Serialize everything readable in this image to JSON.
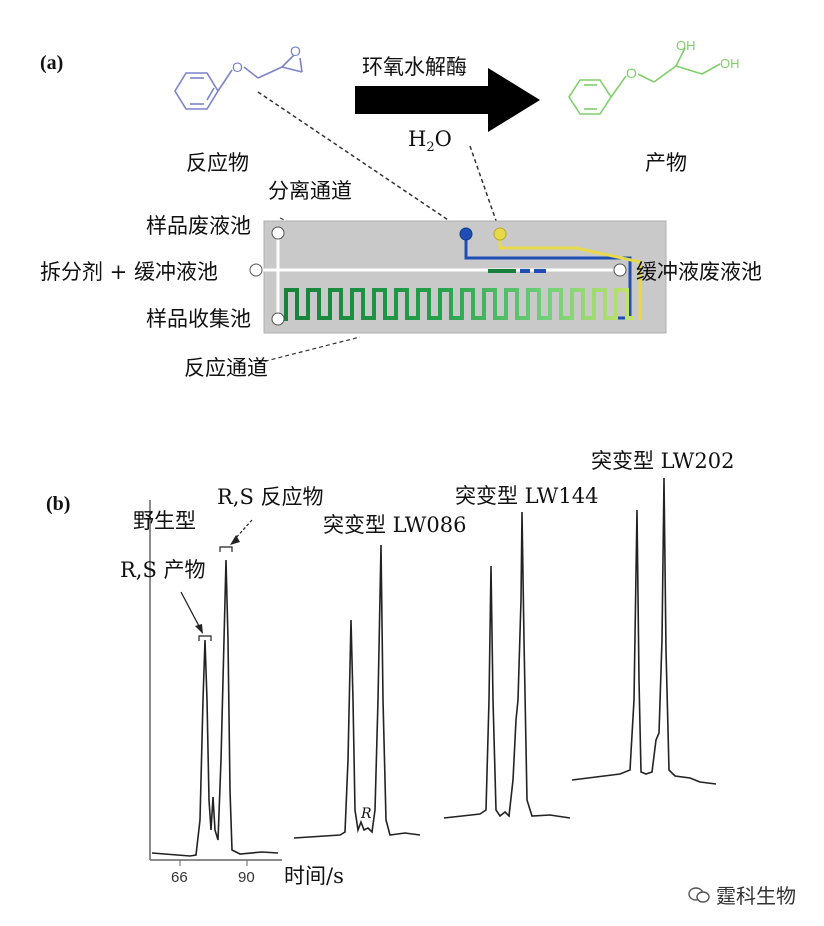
{
  "panel_a": {
    "label": "(a)",
    "enzyme": "环氧水解酶",
    "water_base": "H",
    "water_sub": "2",
    "water_tail": "O",
    "reactant": "反应物",
    "product": "产物",
    "oh1": "OH",
    "oh2": "OH",
    "separation_channel": "分离通道",
    "sample_waste": "样品废液池",
    "splitter_buffer": "拆分剂 + 缓冲液池",
    "sample_collect": "样品收集池",
    "buffer_waste": "缓冲液废液池",
    "reaction_channel": "反应通道"
  },
  "panel_b": {
    "label": "(b)",
    "wild_type": "野生型",
    "rs_reactant": "R,S  反应物",
    "rs_product": "R,S  产物",
    "mutant1": "突变型  LW086",
    "mutant2": "突变型  LW144",
    "mutant3": "突变型  LW202",
    "r_mark": "R",
    "x_tick1": "66",
    "x_tick2": "90",
    "x_label": "时间/s"
  },
  "watermark": "霆科生物",
  "colors": {
    "reactant_structure": "#7b83c9",
    "product_structure": "#7fcf6a",
    "chip": "#c9c9c9",
    "blue": "#1f4fb5",
    "yellow": "#e8d94a",
    "green_dark": "#17803a",
    "green_light": "#a8dc7a"
  }
}
